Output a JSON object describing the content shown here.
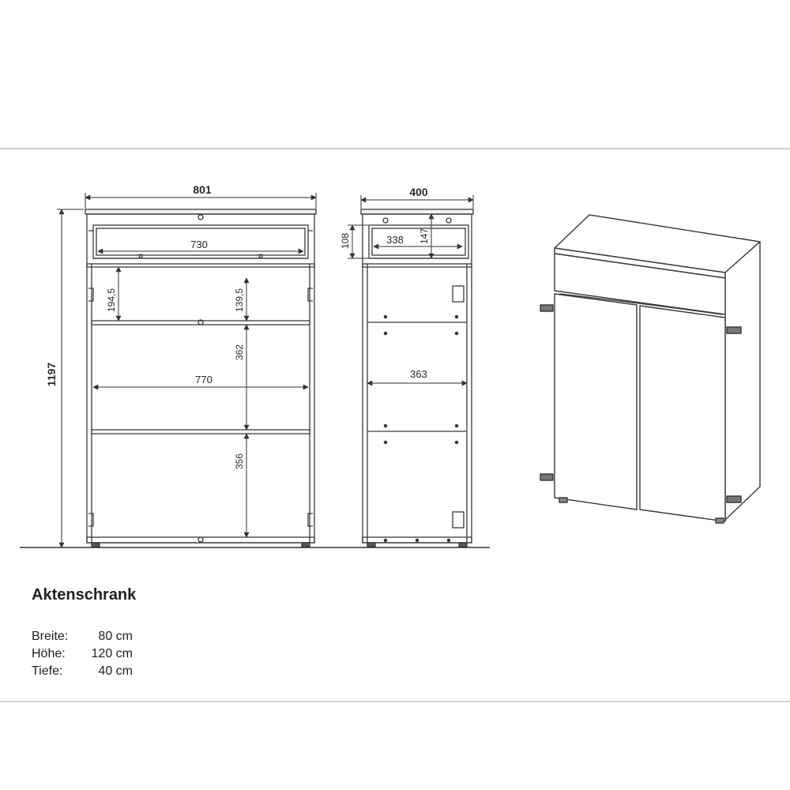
{
  "product": {
    "title": "Aktenschrank",
    "specs": [
      {
        "label": "Breite:",
        "value": "80 cm"
      },
      {
        "label": "Höhe:",
        "value": "120 cm"
      },
      {
        "label": "Tiefe:",
        "value": "40 cm"
      }
    ]
  },
  "front_view": {
    "dims": {
      "width": "801",
      "height": "1197",
      "drawer_inner": "730",
      "drawer_to_shelf": "194,5",
      "upper_compartment": "139,5",
      "middle_compartment": "362",
      "inner_width": "770",
      "lower_compartment": "356"
    }
  },
  "side_view": {
    "dims": {
      "depth": "400",
      "drawer_front_height": "108",
      "drawer_depth": "338",
      "drawer_height": "147",
      "inner_depth": "363"
    }
  },
  "colors": {
    "line": "#3a3a3a",
    "rule": "#d4d4d4"
  }
}
